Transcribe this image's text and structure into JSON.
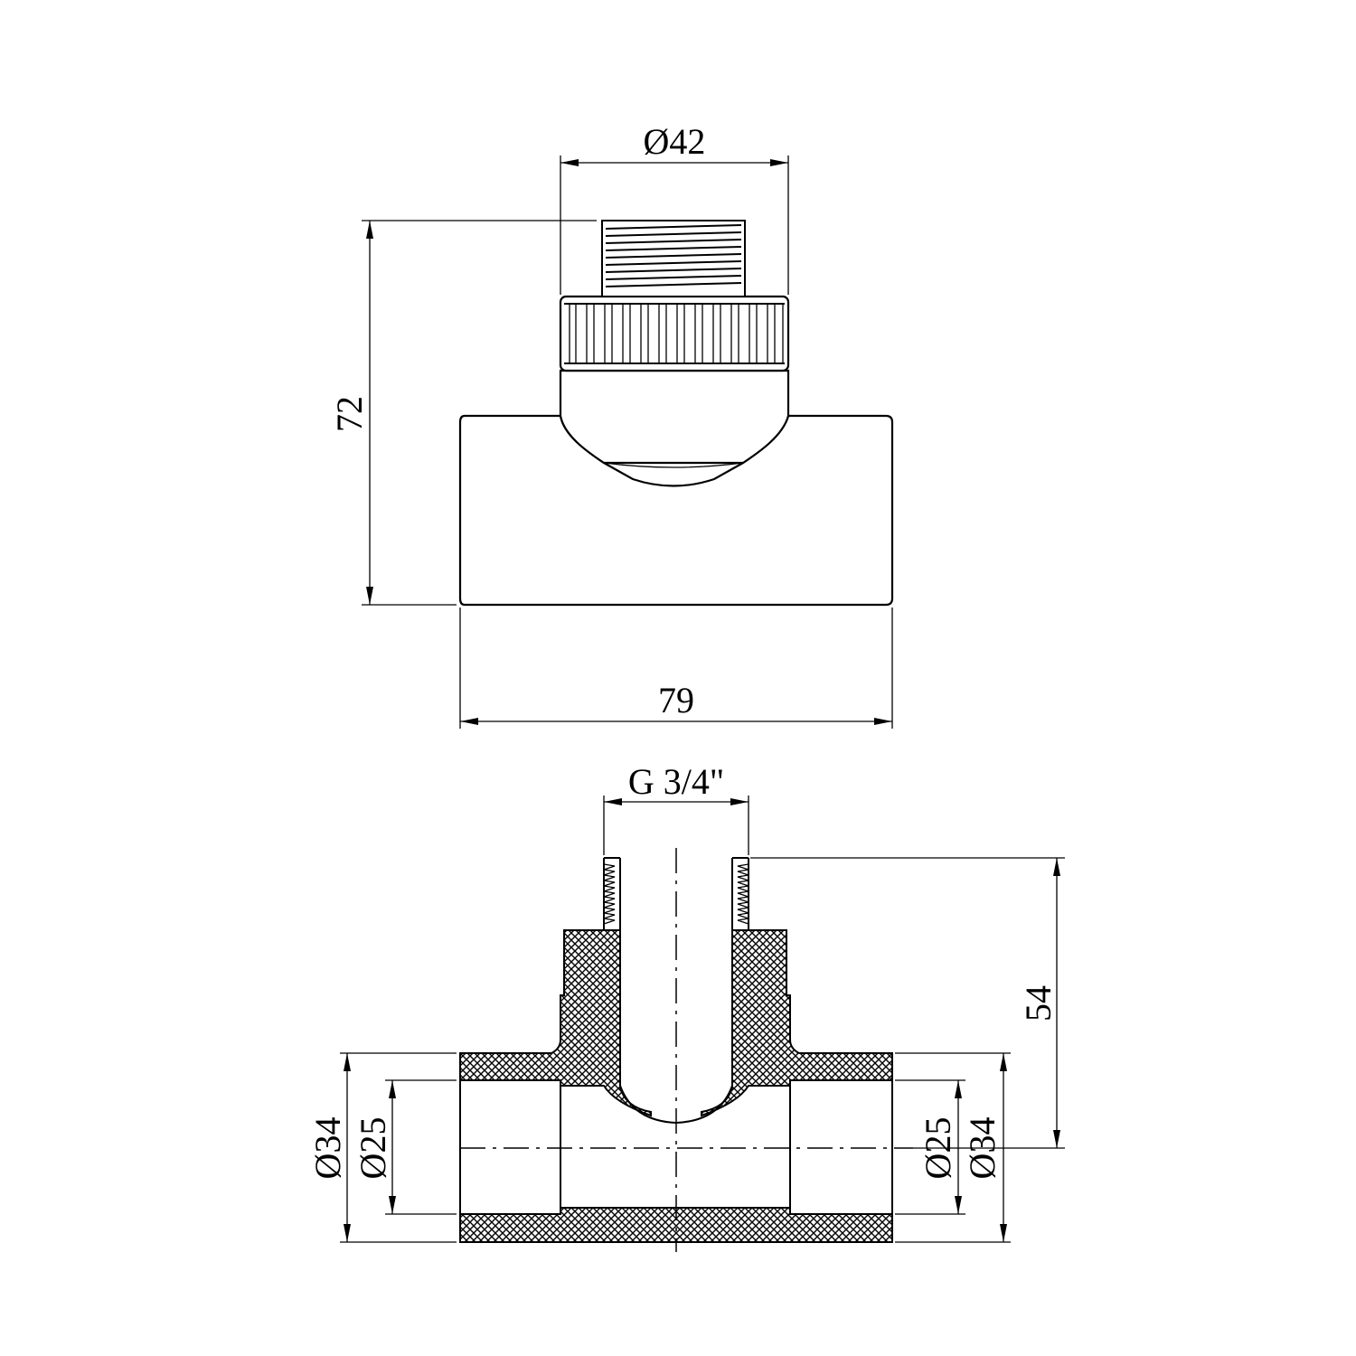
{
  "drawing": {
    "front_view": {
      "dim_top_diameter": "Ø42",
      "dim_height": "72",
      "dim_width": "79"
    },
    "section_view": {
      "dim_thread": "G 3/4\"",
      "dim_branch_height": "54",
      "dim_left_outer": "Ø34",
      "dim_left_inner": "Ø25",
      "dim_right_inner": "Ø25",
      "dim_right_outer": "Ø34"
    }
  }
}
